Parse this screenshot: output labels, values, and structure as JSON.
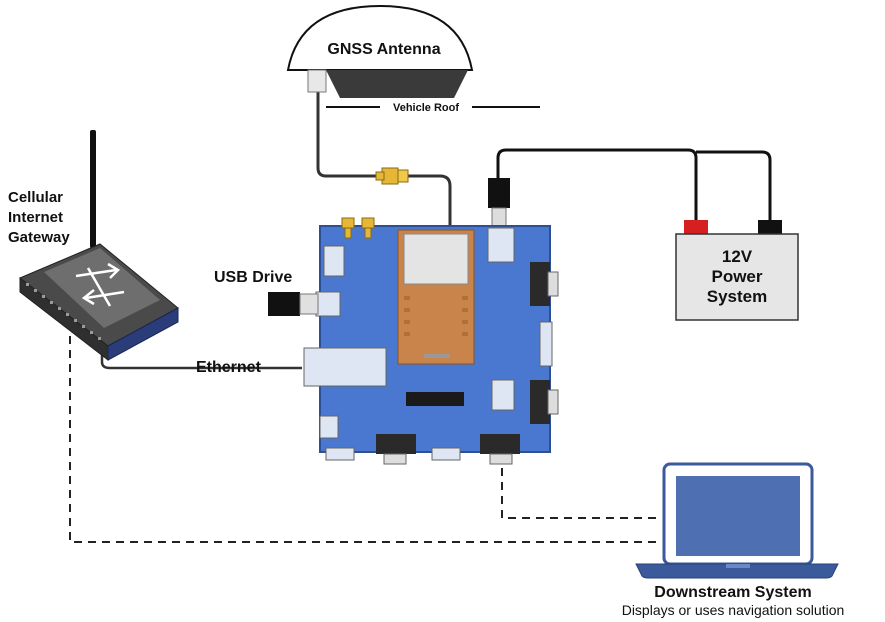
{
  "labels": {
    "gnss_antenna": "GNSS Antenna",
    "vehicle_roof": "Vehicle Roof",
    "gateway_line1": "Cellular",
    "gateway_line2": "Internet",
    "gateway_line3": "Gateway",
    "usb_drive": "USB Drive",
    "ethernet": "Ethernet",
    "power_line1": "12V",
    "power_line2": "Power",
    "power_line3": "System",
    "downstream_title": "Downstream System",
    "downstream_subtitle": "Displays or uses navigation solution"
  },
  "colors": {
    "board": "#4a78d0",
    "board_edge": "#2d4f94",
    "module": "#c8844a",
    "power_box": "#e6e6e6",
    "laptop": "#3b5a9c",
    "laptop_screen": "#4f6fb3",
    "router_accent": "#2a3d7a",
    "coax_connector": "#e6b636",
    "positive_terminal": "#d62020",
    "negative_terminal": "#111111"
  }
}
